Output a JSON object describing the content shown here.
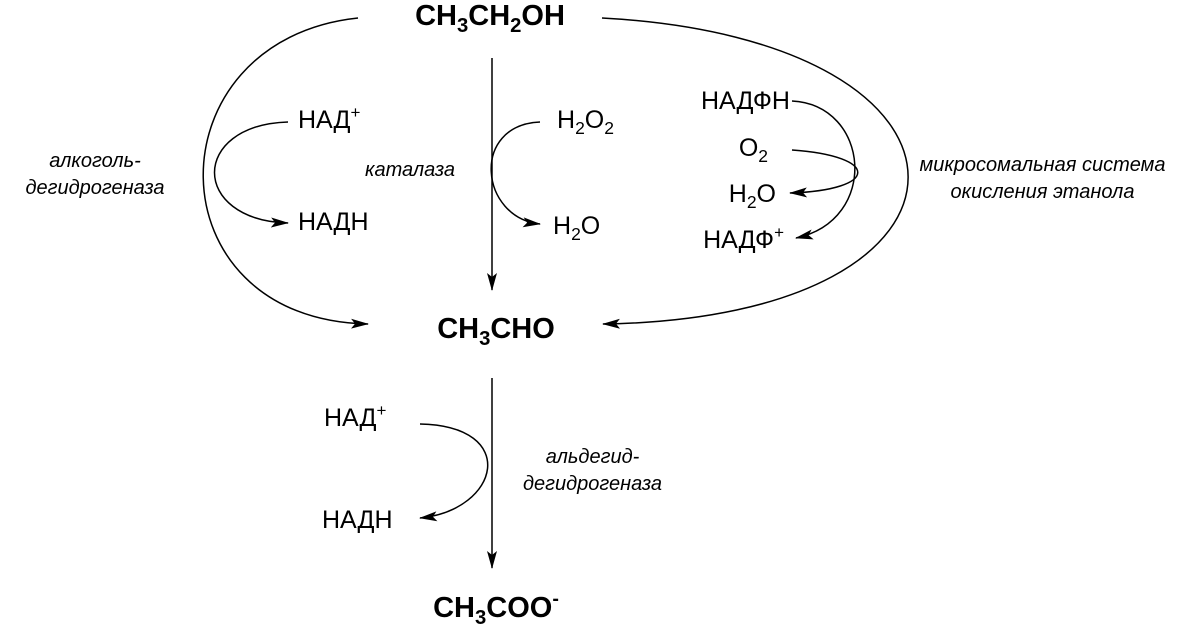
{
  "compounds": {
    "ethanol": {
      "p1": "CH",
      "s1": "3",
      "p2": "CH",
      "s2": "2",
      "p3": "OH"
    },
    "acetaldehyde": {
      "p1": "CH",
      "s1": "3",
      "p2": "CHO"
    },
    "acetate": {
      "p1": "CH",
      "s1": "3",
      "p2": "COO",
      "sup": "-"
    }
  },
  "adh_branch": {
    "enzyme_line1": "алкоголь-",
    "enzyme_line2": "дегидрогеназа",
    "cofactor_in": {
      "base": "НАД",
      "sup": "+"
    },
    "cofactor_out": "НАДН"
  },
  "catalase_branch": {
    "enzyme": "каталаза",
    "substrate_in": {
      "p1": "H",
      "s1": "2",
      "p2": "O",
      "s2": "2"
    },
    "product_out": {
      "p1": "H",
      "s1": "2",
      "p2": "O"
    }
  },
  "meos_branch": {
    "enzyme_line1": "микросомальная система",
    "enzyme_line2": "окисления этанола",
    "cofactor_in": "НАДФН",
    "oxygen_in": {
      "p1": "O",
      "s1": "2"
    },
    "water_out": {
      "p1": "H",
      "s1": "2",
      "p2": "O"
    },
    "cofactor_out": {
      "base": "НАДФ",
      "sup": "+"
    }
  },
  "aldh_branch": {
    "enzyme_line1": "альдегид-",
    "enzyme_line2": "дегидрогеназа",
    "cofactor_in": {
      "base": "НАД",
      "sup": "+"
    },
    "cofactor_out": "НАДН"
  }
}
